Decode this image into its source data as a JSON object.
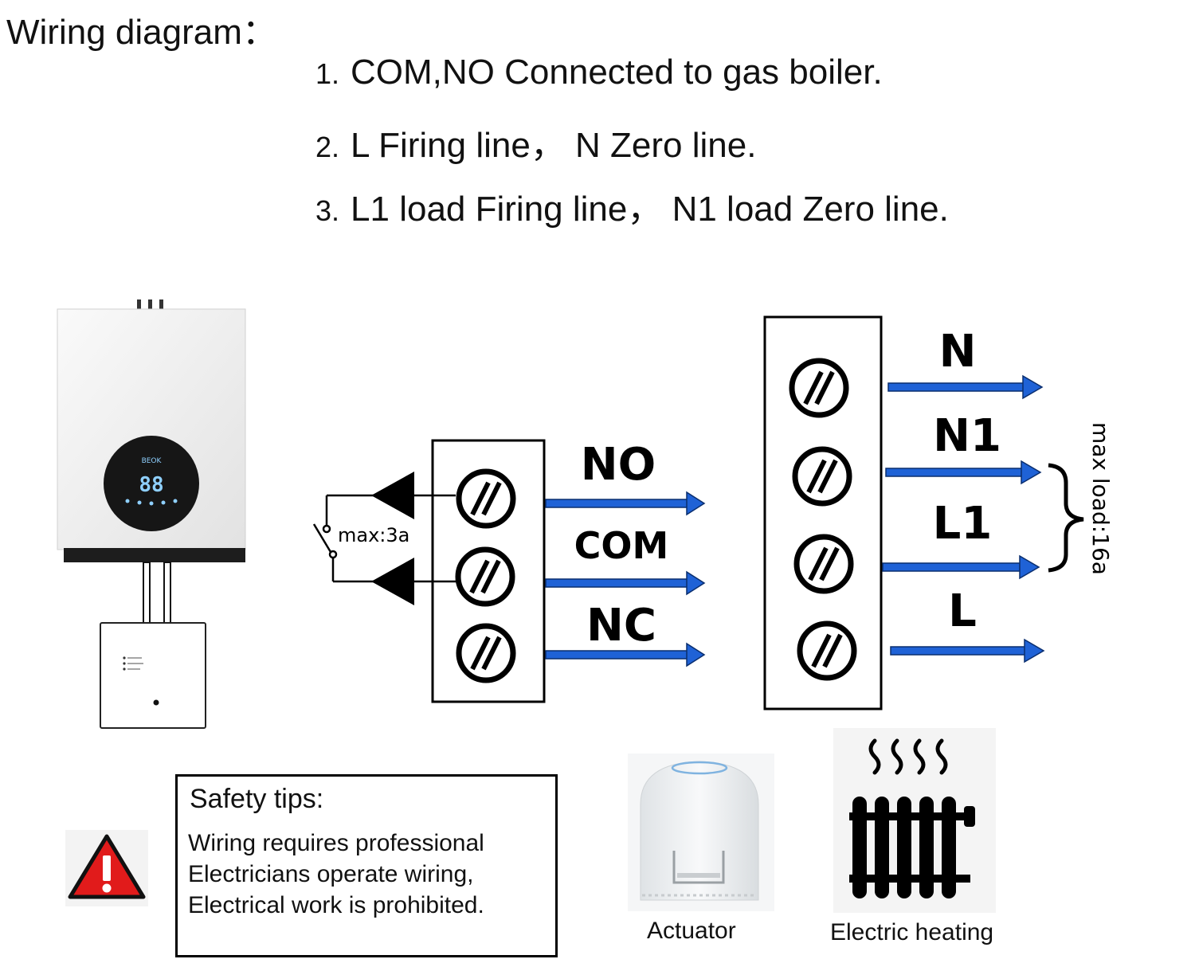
{
  "title": "Wiring diagram：",
  "steps": [
    {
      "num": "1.",
      "text": "COM,NO Connected to gas boiler."
    },
    {
      "num": "2.",
      "text": "L Firing line， N Zero line."
    },
    {
      "num": "3.",
      "text": "L1 load Firing line， N1 load Zero line."
    }
  ],
  "boiler": {
    "display": "88"
  },
  "relay": {
    "terminals": [
      "NO",
      "COM",
      "NC"
    ],
    "max_current": "max:3a"
  },
  "power": {
    "terminals": [
      "N",
      "N1",
      "L1",
      "L"
    ],
    "max_load": "max load:16a"
  },
  "safety": {
    "title": "Safety tips:",
    "lines": [
      "Wiring requires professional",
      "Electricians operate wiring,",
      "Electrical work is prohibited."
    ]
  },
  "devices": {
    "actuator": "Actuator",
    "heating": "Electric heating"
  },
  "colors": {
    "wire_blue": "#1f62d6",
    "warning_red": "#e11b1b",
    "boiler_panel": "#f2f2f2"
  }
}
